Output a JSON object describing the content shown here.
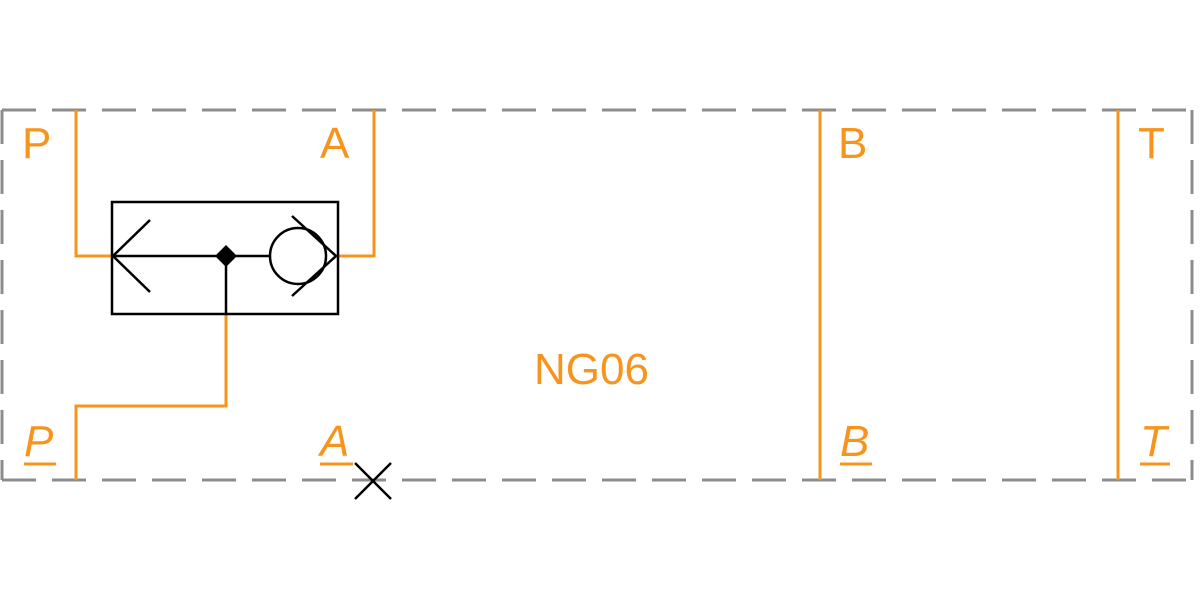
{
  "colors": {
    "line": "#f7941d",
    "boundary": "#8c8c8c",
    "symbol": "#000000",
    "background": "#ffffff"
  },
  "labels": {
    "top": {
      "p": "P",
      "a": "A",
      "b": "B",
      "t": "T"
    },
    "bottom": {
      "p": "P",
      "a": "A",
      "b": "B",
      "t": "T"
    },
    "size": "NG06"
  },
  "icons": {
    "valve": "check-valve-icon",
    "plug": "blocked-port-x-icon"
  }
}
